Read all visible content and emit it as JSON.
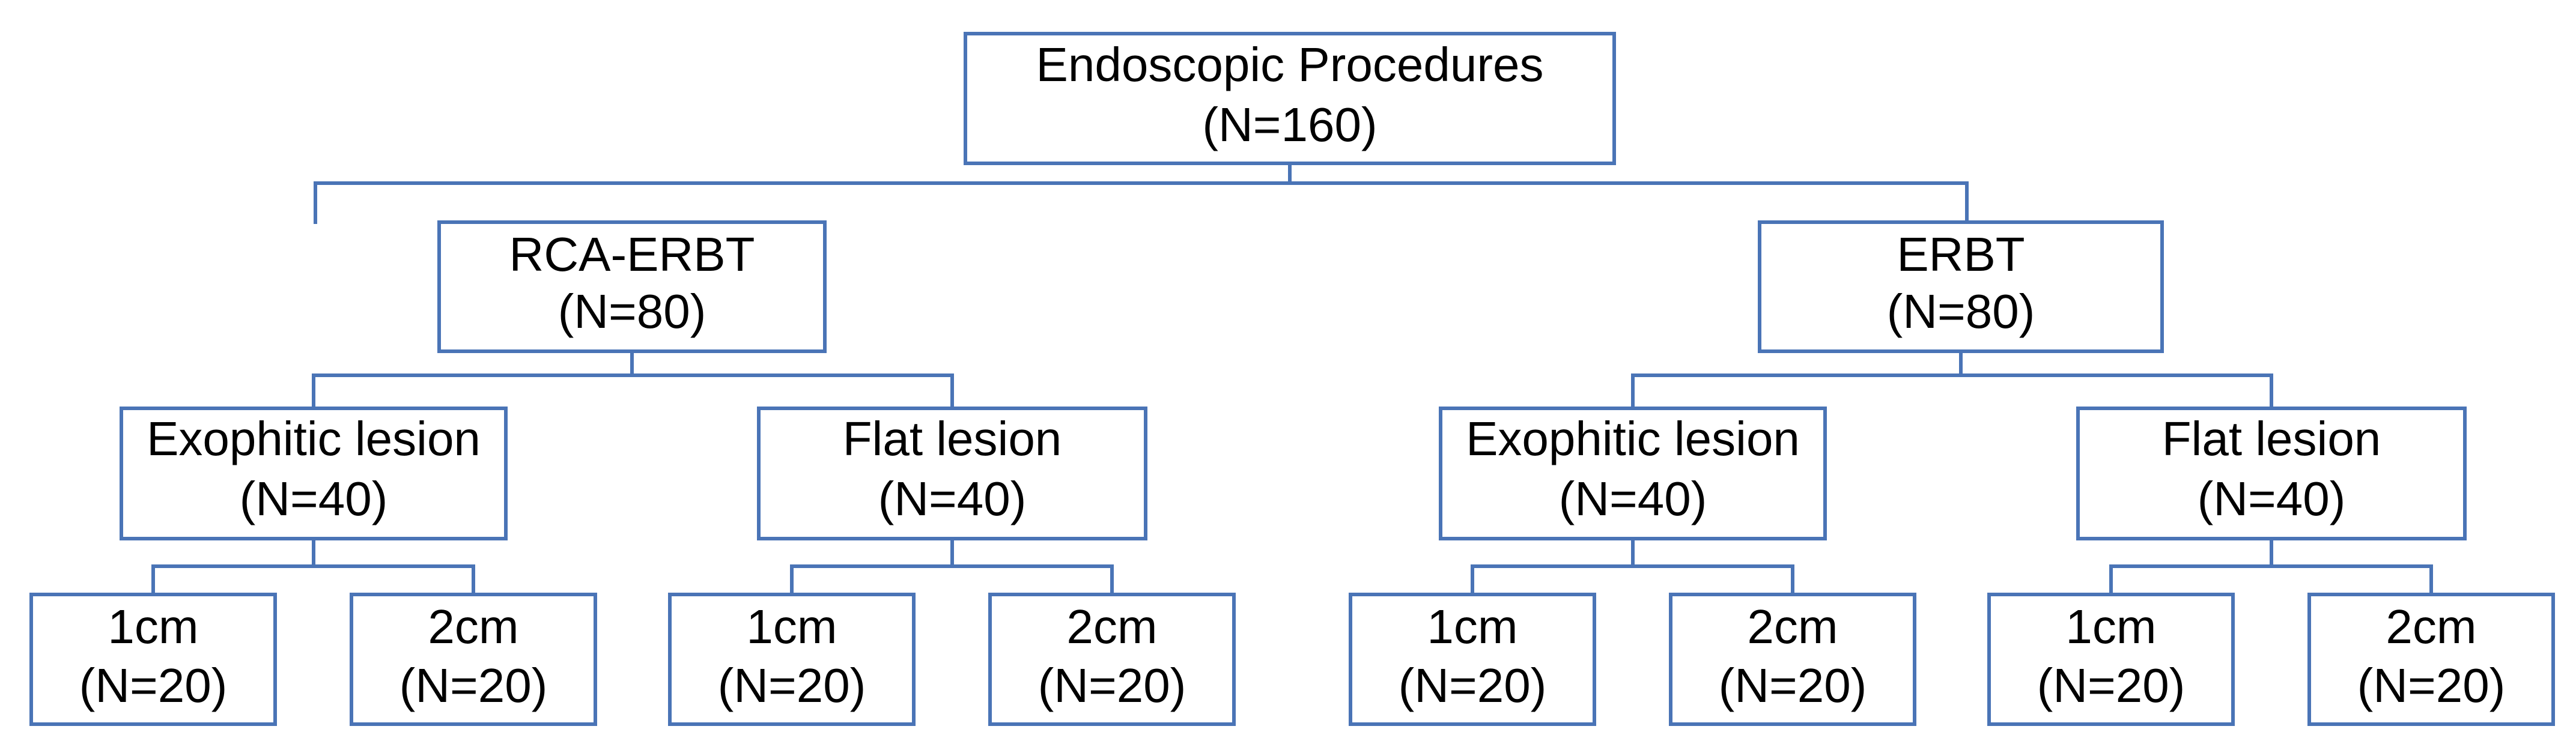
{
  "colors": {
    "box_stroke": "#4a74b6",
    "text": "#000000"
  },
  "tree": {
    "root": {
      "title": "Endoscopic Procedures",
      "count": "(N=160)"
    },
    "rca_erbt": {
      "title": "RCA-ERBT",
      "count": "(N=80)"
    },
    "erbt": {
      "title": "ERBT",
      "count": "(N=80)"
    },
    "rca_exophitic": {
      "title": "Exophitic lesion",
      "count": "(N=40)"
    },
    "rca_flat": {
      "title": "Flat lesion",
      "count": "(N=40)"
    },
    "erbt_exophitic": {
      "title": "Exophitic lesion",
      "count": "(N=40)"
    },
    "erbt_flat": {
      "title": "Flat lesion",
      "count": "(N=40)"
    },
    "rca_exo_1cm": {
      "title": "1cm",
      "count": "(N=20)"
    },
    "rca_exo_2cm": {
      "title": "2cm",
      "count": "(N=20)"
    },
    "rca_flat_1cm": {
      "title": "1cm",
      "count": "(N=20)"
    },
    "rca_flat_2cm": {
      "title": "2cm",
      "count": "(N=20)"
    },
    "erbt_exo_1cm": {
      "title": "1cm",
      "count": "(N=20)"
    },
    "erbt_exo_2cm": {
      "title": "2cm",
      "count": "(N=20)"
    },
    "erbt_flat_1cm": {
      "title": "1cm",
      "count": "(N=20)"
    },
    "erbt_flat_2cm": {
      "title": "2cm",
      "count": "(N=20)"
    }
  }
}
